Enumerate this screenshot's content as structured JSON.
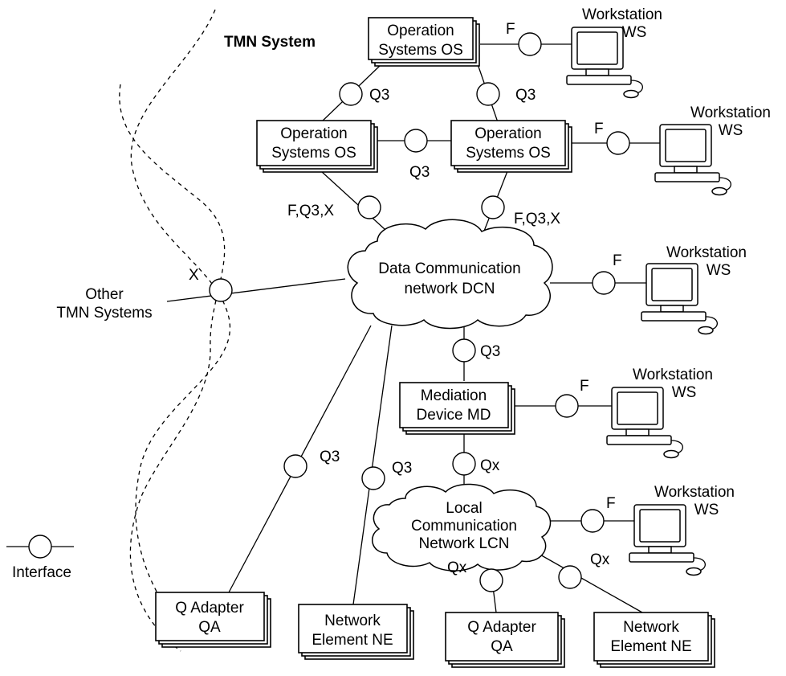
{
  "system_title": "TMN System",
  "other_systems": {
    "line1": "Other",
    "line2": "TMN Systems"
  },
  "legend": {
    "label": "Interface"
  },
  "nodes": {
    "os_top": {
      "line1": "Operation",
      "line2": "Systems OS"
    },
    "os_left": {
      "line1": "Operation",
      "line2": "Systems OS"
    },
    "os_right": {
      "line1": "Operation",
      "line2": "Systems OS"
    },
    "dcn": {
      "line1": "Data Communication",
      "line2": "network DCN"
    },
    "md": {
      "line1": "Mediation",
      "line2": "Device MD"
    },
    "lcn": {
      "line1": "Local",
      "line2": "Communication",
      "line3": "Network LCN"
    },
    "qa_left": {
      "line1": "Q Adapter",
      "line2": "QA"
    },
    "ne_left": {
      "line1": "Network",
      "line2": "Element NE"
    },
    "qa_bottom": {
      "line1": "Q Adapter",
      "line2": "QA"
    },
    "ne_bottom": {
      "line1": "Network",
      "line2": "Element NE"
    }
  },
  "workstations": [
    {
      "line1": "Workstation",
      "line2": "WS"
    },
    {
      "line1": "Workstation",
      "line2": "WS"
    },
    {
      "line1": "Workstation",
      "line2": "WS"
    },
    {
      "line1": "Workstation",
      "line2": "WS"
    },
    {
      "line1": "Workstation",
      "line2": "WS"
    }
  ],
  "interfaces": {
    "ws1": "F",
    "os_top_left": "Q3",
    "os_top_right": "Q3",
    "os_lr": "Q3",
    "ws2": "F",
    "os_left_dcn": "F,Q3,X",
    "os_right_dcn": "F,Q3,X",
    "other": "X",
    "ws3": "F",
    "dcn_md": "Q3",
    "ws4": "F",
    "md_lcn": "Qx",
    "dcn_qa": "Q3",
    "dcn_ne": "Q3",
    "ws5": "F",
    "lcn_qa": "Qx",
    "lcn_ne": "Qx"
  }
}
